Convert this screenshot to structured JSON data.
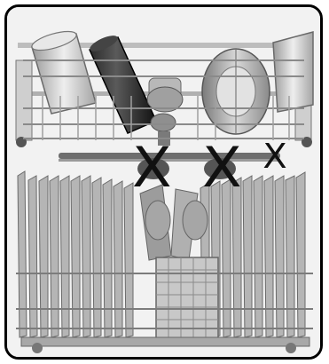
{
  "markers": [
    {
      "id": "left",
      "text": "X"
    },
    {
      "id": "middle",
      "text": "X"
    },
    {
      "id": "right",
      "text": "X"
    }
  ],
  "colors": {
    "frame": "#000000",
    "background": "#f4f4f4",
    "rack": "#9a9a9a",
    "rack_light": "#d2d2d2",
    "marker": "#111111"
  }
}
